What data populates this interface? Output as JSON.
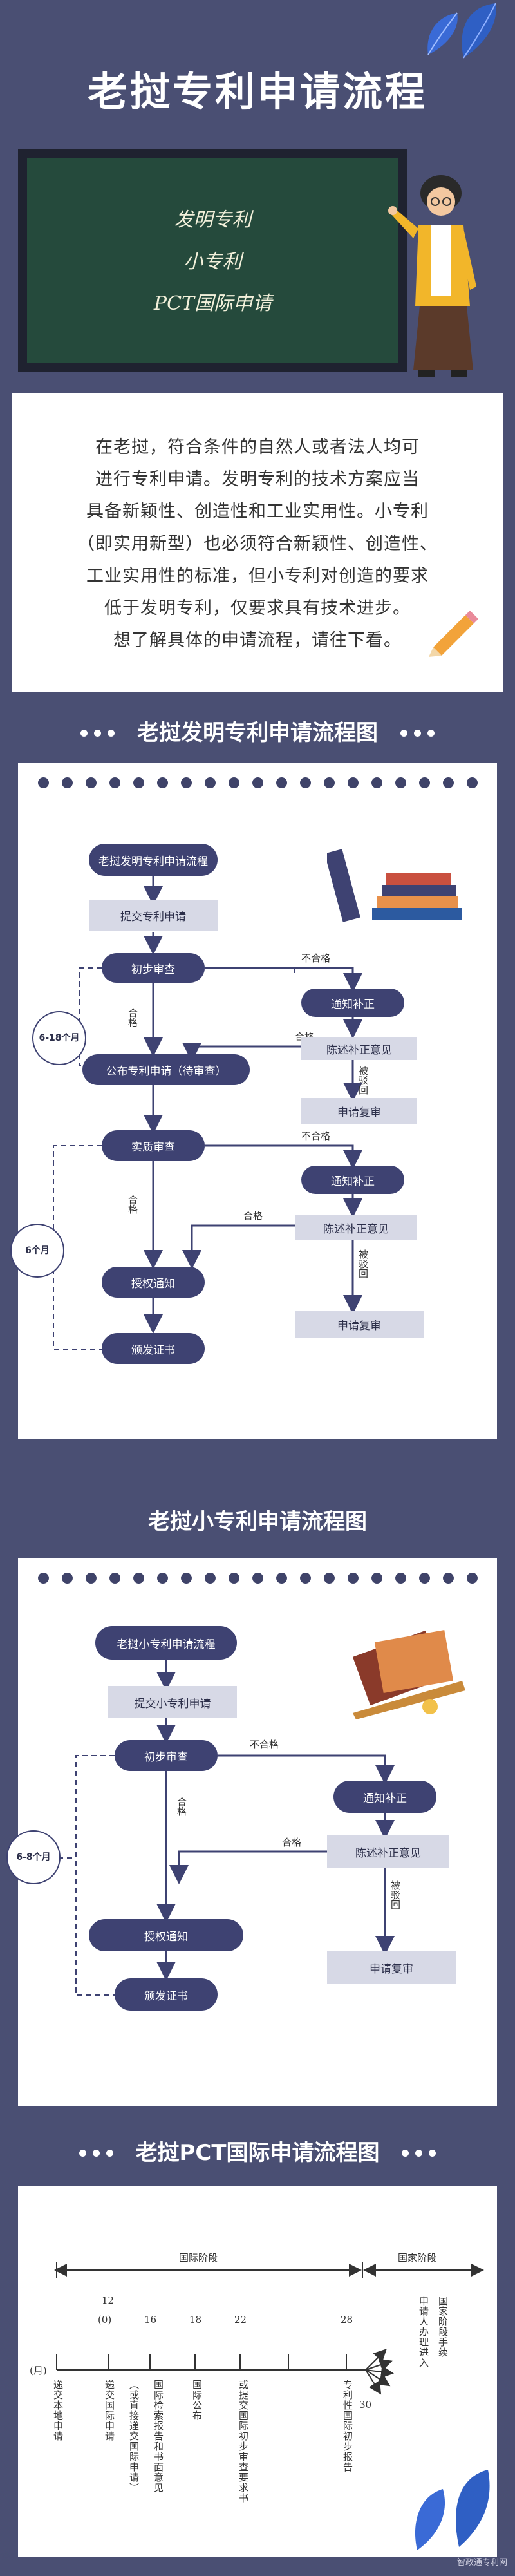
{
  "header": {
    "title": "老挝专利申请流程"
  },
  "blackboard": {
    "lines": [
      "发明专利",
      "小专利",
      "PCT国际申请"
    ]
  },
  "intro": {
    "lines": [
      "在老挝，符合条件的自然人或者法人均可",
      "进行专利申请。发明专利的技术方案应当",
      "具备新颖性、创造性和工业实用性。小专利",
      "（即实用新型）也必须符合新颖性、创造性、",
      "工业实用性的标准，但小专利对创造的要求",
      "低于发明专利，仅要求具有技术进步。",
      "想了解具体的申请流程，请往下看。"
    ]
  },
  "invention": {
    "section_title": "老挝发明专利申请流程图",
    "start": "老挝发明专利申请流程",
    "submit": "提交专利申请",
    "prelim": "初步审查",
    "not_ok_1": "不合格",
    "ok_1": "合格",
    "ok_2": "合格",
    "notify_1": "通知补正",
    "statement_1": "陈述补正意见",
    "rejected_1": "被驳回",
    "review_1": "申请复审",
    "publish": "公布专利申请（待审查）",
    "substantive": "实质审查",
    "not_ok_2": "不合格",
    "ok_3": "合格",
    "ok_4": "合格",
    "notify_2": "通知补正",
    "statement_2": "陈述补正意见",
    "rejected_2": "被驳回",
    "review_2": "申请复审",
    "grant_notice": "授权通知",
    "certificate": "颁发证书",
    "period_1": "6-18个月",
    "period_2": "6个月"
  },
  "utility": {
    "section_title": "老挝小专利申请流程图",
    "start": "老挝小专利申请流程",
    "submit": "提交小专利申请",
    "prelim": "初步审查",
    "not_ok": "不合格",
    "ok_1": "合格",
    "ok_2": "合格",
    "notify": "通知补正",
    "statement": "陈述补正意见",
    "rejected": "被驳回",
    "review": "申请复审",
    "grant_notice": "授权通知",
    "certificate": "颁发证书",
    "period": "6-8个月"
  },
  "pct": {
    "section_title": "老挝PCT国际申请流程图",
    "intl_phase": "国际阶段",
    "natl_phase": "国家阶段",
    "month_unit": "(月)",
    "months": [
      "12",
      "(0)",
      "16",
      "18",
      "22",
      "28",
      "30"
    ],
    "events": [
      "递交本地申请",
      "递交国际申请",
      "（或直接递交国际申请）",
      "国际检索报告和书面意见",
      "国际公布",
      "或提交国际初步审查要求书",
      "专利性国际初步报告",
      "申请人办理进入",
      "国家阶段手续"
    ]
  },
  "footer": {
    "watermark": "智政通专利网"
  },
  "colors": {
    "background": "#4a4f73",
    "node": "#3e4272",
    "box": "#d7d9e6",
    "board": "#254a3c"
  }
}
